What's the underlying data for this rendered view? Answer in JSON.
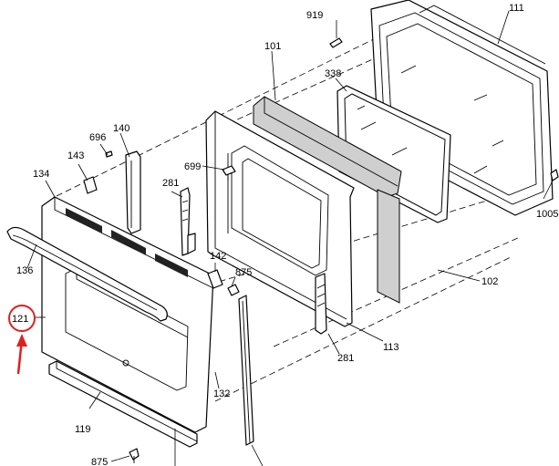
{
  "labels": {
    "p919": "919",
    "p111": "111",
    "p101": "101",
    "p338": "338",
    "p696": "696",
    "p140": "140",
    "p143": "143",
    "p134": "134",
    "p699": "699",
    "p281a": "281",
    "p1005": "1005",
    "p142": "142",
    "p875a": "875",
    "p136": "136",
    "p121": "121",
    "p102": "102",
    "p113": "113",
    "p281b": "281",
    "p132": "132",
    "p119": "119",
    "p875b": "875"
  },
  "colors": {
    "highlight": "#e0201e",
    "line": "#000000",
    "background": "#ffffff"
  }
}
